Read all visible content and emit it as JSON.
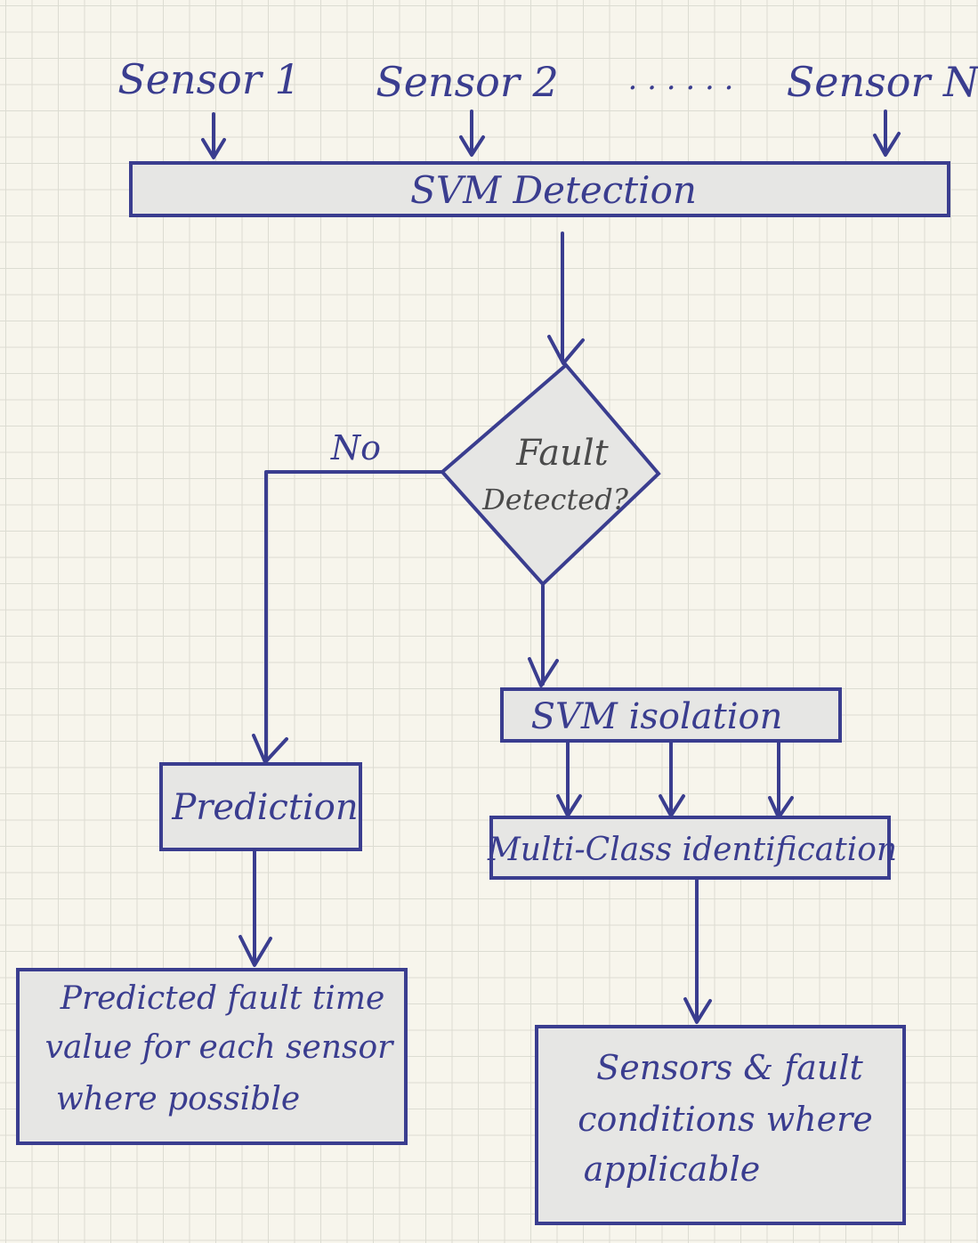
{
  "sensors": {
    "sensor_1": "Sensor 1",
    "sensor_2": "Sensor 2",
    "ellipsis": ". . . . . .",
    "sensor_n": "Sensor N"
  },
  "nodes": {
    "svm_detection": "SVM Detection",
    "decision_line1": "Fault",
    "decision_line2": "Detected?",
    "no_label": "No",
    "prediction": "Prediction",
    "svm_isolation": "SVM isolation",
    "multi_class": "Multi-Class identification",
    "predicted_line1": "Predicted fault time",
    "predicted_line2": "value for each sensor",
    "predicted_line3": "where possible",
    "sensors_line1": "Sensors & fault",
    "sensors_line2": "conditions where",
    "sensors_line3": "applicable"
  },
  "colors": {
    "ink": "#3a3d8f",
    "box_fill": "#e6e6e4",
    "paper": "#f7f5ec",
    "grid": "#dcdcd2"
  }
}
